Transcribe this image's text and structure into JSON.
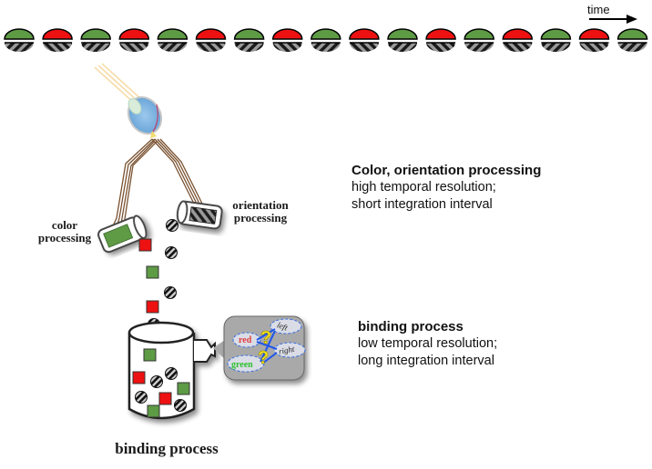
{
  "timeline": {
    "label": "time",
    "sequence": [
      "green",
      "red",
      "green",
      "red",
      "green",
      "red",
      "green",
      "red",
      "green",
      "red",
      "green",
      "red",
      "green",
      "red",
      "green",
      "red",
      "green"
    ]
  },
  "colors": {
    "green": "#5e9b45",
    "red": "#ee1111",
    "stripe_dark": "#1a1a1a",
    "stripe_light": "#9a9a9a",
    "nerve": "#7a5230",
    "speech_bubble": "#a9a9a9"
  },
  "diagram": {
    "color_module_label_line1": "color",
    "color_module_label_line2": "processing",
    "orientation_module_label_line1": "orientation",
    "orientation_module_label_line2": "processing",
    "binding_label": "binding process",
    "bubble_words": {
      "red": "red",
      "green": "green",
      "left": "left",
      "right": "right",
      "question": "?"
    },
    "color_stream": [
      "red",
      "green",
      "red"
    ],
    "orientation_stream_count": 4
  },
  "descriptions": {
    "fast": {
      "title": "Color, orientation processing",
      "line1": "high temporal resolution;",
      "line2": "short integration interval"
    },
    "slow": {
      "title": "binding process",
      "line1": "low temporal resolution;",
      "line2": "long integration interval"
    }
  }
}
